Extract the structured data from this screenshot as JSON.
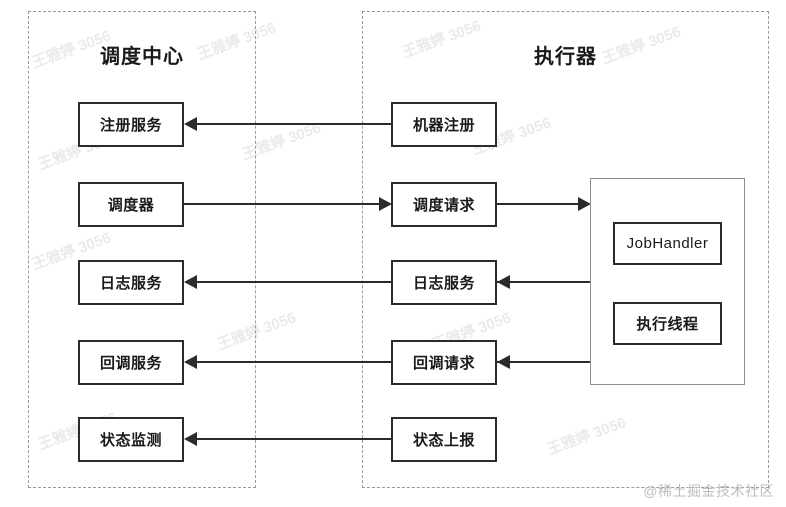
{
  "diagram": {
    "title": "xxl-job scheduling architecture",
    "zones": [
      {
        "id": "scheduler",
        "label": "调度中心"
      },
      {
        "id": "executor",
        "label": "执行器"
      }
    ],
    "scheduler_nodes": [
      {
        "id": "register-service",
        "label": "注册服务"
      },
      {
        "id": "scheduler",
        "label": "调度器"
      },
      {
        "id": "log-service",
        "label": "日志服务"
      },
      {
        "id": "callback-service",
        "label": "回调服务"
      },
      {
        "id": "status-monitor",
        "label": "状态监测"
      }
    ],
    "executor_nodes": [
      {
        "id": "machine-register",
        "label": "机器注册"
      },
      {
        "id": "schedule-request",
        "label": "调度请求"
      },
      {
        "id": "log-service-exec",
        "label": "日志服务"
      },
      {
        "id": "callback-request",
        "label": "回调请求"
      },
      {
        "id": "status-report",
        "label": "状态上报"
      }
    ],
    "handler_nodes": [
      {
        "id": "job-handler",
        "label": "JobHandler"
      },
      {
        "id": "worker-thread",
        "label": "执行线程"
      }
    ],
    "edges": [
      {
        "id": "edge-machine-register",
        "from": "machine-register",
        "to": "register-service",
        "direction": "left"
      },
      {
        "id": "edge-schedule",
        "from": "scheduler",
        "to": "schedule-request",
        "direction": "right"
      },
      {
        "id": "edge-schedule-handler",
        "from": "schedule-request",
        "to": "handler-container",
        "direction": "right"
      },
      {
        "id": "edge-log",
        "from": "handler-container",
        "to": "log-service",
        "direction": "left"
      },
      {
        "id": "edge-callback",
        "from": "handler-container",
        "to": "callback-service",
        "direction": "left"
      },
      {
        "id": "edge-status",
        "from": "status-report",
        "to": "status-monitor",
        "direction": "left"
      }
    ],
    "colors": {
      "node_border": "#2b2b2b",
      "zone_border": "#9a9a9a",
      "container_border": "#8d8d8d",
      "line": "#2b2b2b",
      "background": "#ffffff",
      "watermark": "#bdbdbd"
    },
    "watermarks": [
      {
        "text": "王雅婷 3056"
      },
      {
        "text": "王雅婷 3056"
      },
      {
        "text": "王雅婷 3056"
      },
      {
        "text": "王雅婷 3056"
      },
      {
        "text": "王雅婷 3056"
      },
      {
        "text": "王雅婷 3056"
      },
      {
        "text": "王雅婷 3056"
      },
      {
        "text": "王雅婷 3056"
      },
      {
        "text": "王雅婷 3056"
      },
      {
        "text": "王雅婷 3056"
      },
      {
        "text": "王雅婷 3056"
      },
      {
        "text": "王雅婷 3056"
      }
    ],
    "credit": "@稀土掘金技术社区"
  }
}
